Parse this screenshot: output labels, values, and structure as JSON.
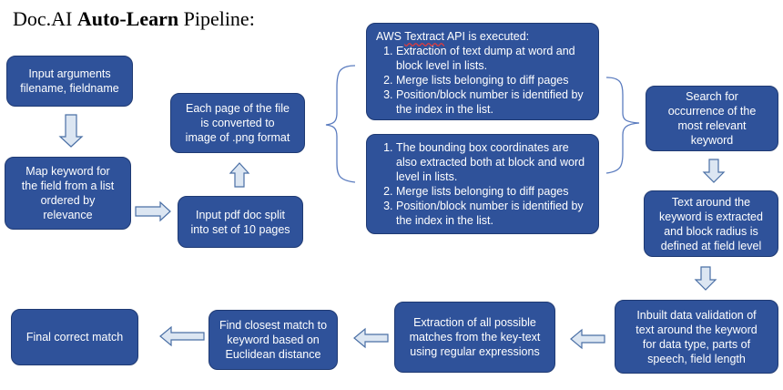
{
  "title": {
    "prefix": "Doc.AI ",
    "bold": "Auto-Learn",
    "suffix": " Pipeline:"
  },
  "boxes": {
    "input_args": "Input arguments\nfilename, fieldname",
    "map_keyword": "Map keyword for\nthe field from a list\nordered by\nrelevance",
    "split_pdf": "Input pdf doc split\ninto set of 10 pages",
    "convert_png": "Each page of the file\nis converted to\nimage of .png format",
    "textract": {
      "head_pre": "AWS ",
      "head_squiggle": "Textract",
      "head_post": " API is executed:",
      "items": [
        "Extraction of text dump at word and block level in lists.",
        "Merge lists belonging to diff pages",
        "Position/block number is identified by the index in the list."
      ]
    },
    "bbox": {
      "items": [
        "The bounding box coordinates are also extracted both at block and word level in lists.",
        "Merge lists belonging to diff pages",
        "Position/block number is identified by the index in the list."
      ]
    },
    "search": "Search for\noccurrence of the\nmost relevant\nkeyword",
    "text_around": "Text around the\nkeyword is extracted\nand block radius is\ndefined at field level",
    "validation": "Inbuilt data validation of\ntext around the keyword\nfor data type, parts of\nspeech, field length",
    "extraction": "Extraction of all possible\nmatches from the key-text\nusing  regular expressions",
    "closest": "Find closest match to\nkeyword based on\nEuclidean distance",
    "final": "Final correct match"
  },
  "colors": {
    "box_fill": "#2f529a",
    "arrow_fill": "#dce6f2",
    "arrow_stroke": "#4a6fa5",
    "brace": "#5b7cbf"
  }
}
